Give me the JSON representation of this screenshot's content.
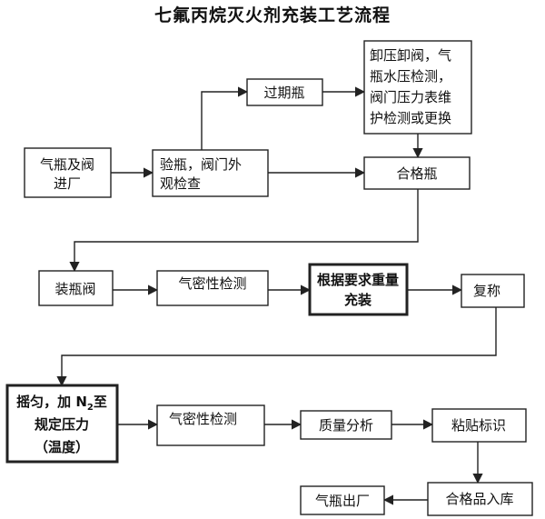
{
  "title": "七氟丙烷灭火剂充装工艺流程",
  "nodes": {
    "cylinder_inbound": [
      "气瓶及阀",
      "进厂"
    ],
    "inspect": [
      "验瓶，阀门外",
      "观检查"
    ],
    "expired": [
      "过期瓶"
    ],
    "maintenance": [
      "卸压卸阀，气",
      "瓶水压检测，",
      "阀门压力表维",
      "护检测或更换"
    ],
    "qualified": [
      "合格瓶"
    ],
    "install_valve": [
      "装瓶阀"
    ],
    "leak_test_1": [
      "气密性检测"
    ],
    "fill_by_weight": [
      "根据要求重量",
      "充装"
    ],
    "reweigh": [
      "复称"
    ],
    "shake_add_n2": {
      "line1_a": "摇匀，加 N",
      "line1_sub": "2",
      "line1_b": "至",
      "line2": "规定压力",
      "line3": "（温度）"
    },
    "leak_test_2": [
      "气密性检测"
    ],
    "quality_analysis": [
      "质量分析"
    ],
    "labeling": [
      "粘贴标识"
    ],
    "warehouse": [
      "合格品入库"
    ],
    "dispatch": [
      "气瓶出厂"
    ]
  }
}
